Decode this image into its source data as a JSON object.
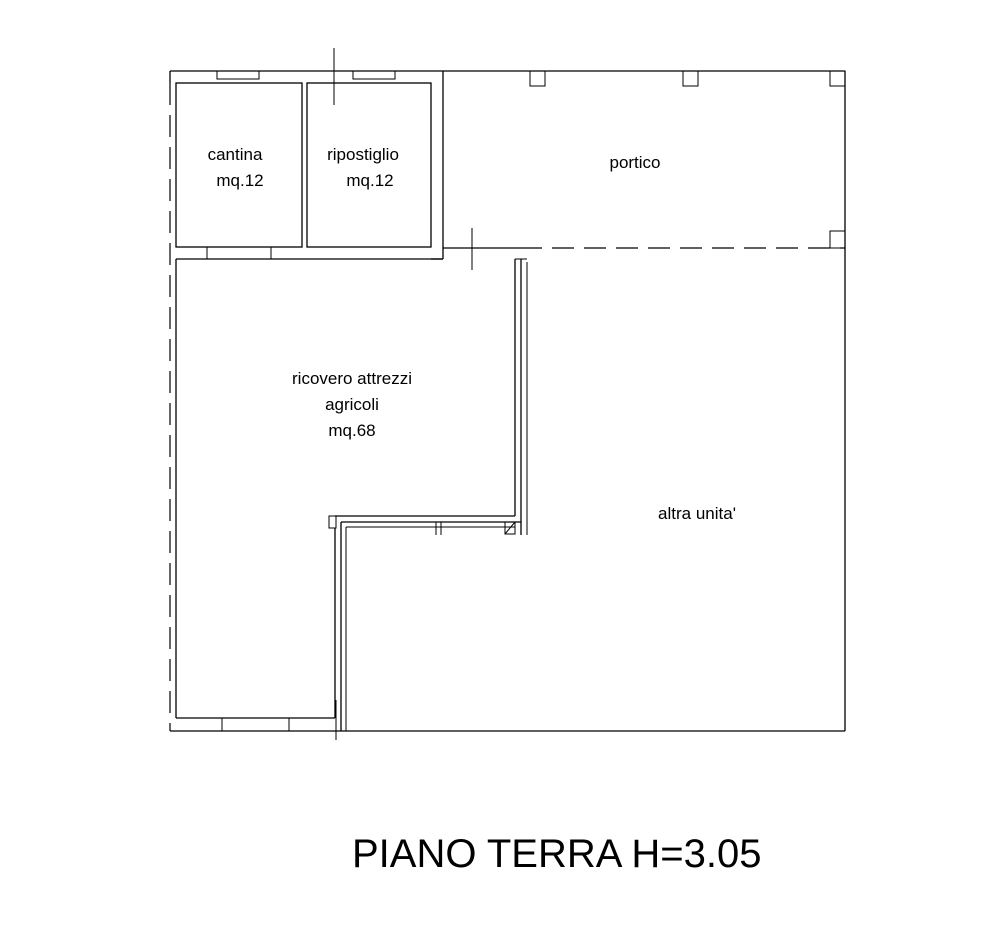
{
  "rooms": {
    "cantina": {
      "name": "cantina",
      "area": "mq.12"
    },
    "ripostiglio": {
      "name": "ripostiglio",
      "area": "mq.12"
    },
    "portico": {
      "name": "portico"
    },
    "ricovero": {
      "name_line1": "ricovero attrezzi",
      "name_line2": "agricoli",
      "area": "mq.68"
    },
    "altra_unita": {
      "name": "altra unita'"
    }
  },
  "title": "PIANO TERRA H=3.05",
  "colors": {
    "ink": "#000000",
    "paper": "#ffffff"
  }
}
